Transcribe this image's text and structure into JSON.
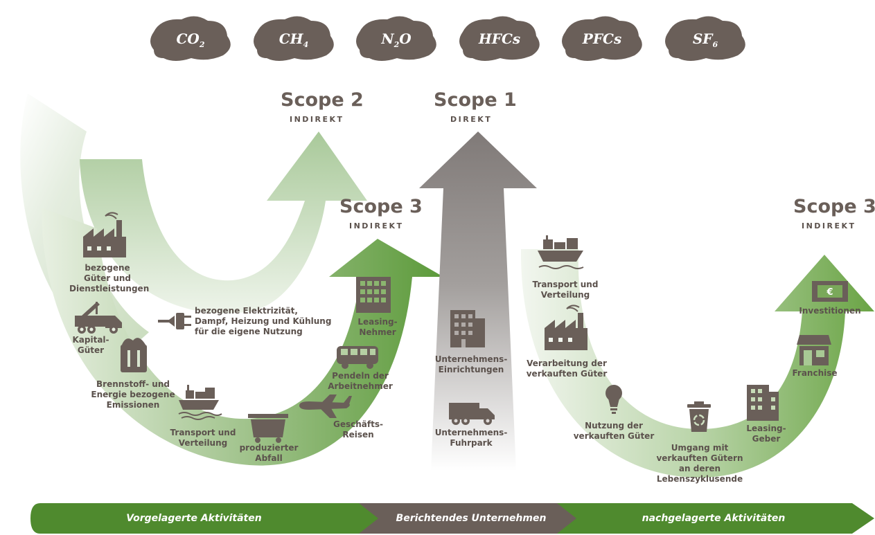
{
  "colors": {
    "brown": "#6a5f59",
    "green_dark": "#4f8a2e",
    "green_mid": "#7fad63",
    "green_light": "#c5dcb8",
    "grey_arrow": "#8f8a88",
    "text": "#5b514c"
  },
  "gases": [
    {
      "label": "CO",
      "sub": "2"
    },
    {
      "label": "CH",
      "sub": "4"
    },
    {
      "label": "N",
      "sub": "2",
      "post": "O"
    },
    {
      "label": "HFCs"
    },
    {
      "label": "PFCs"
    },
    {
      "label": "SF",
      "sub": "6"
    }
  ],
  "scopes": {
    "scope2": {
      "title": "Scope 2",
      "sub": "INDIREKT"
    },
    "scope1": {
      "title": "Scope 1",
      "sub": "DIREKT"
    },
    "scope3_left": {
      "title": "Scope 3",
      "sub": "INDIREKT"
    },
    "scope3_right": {
      "title": "Scope 3",
      "sub": "INDIREKT"
    }
  },
  "upstream_items": {
    "purchased_goods": "bezogene\nGüter und\nDienstleistungen",
    "electricity": "bezogene Elektrizität,\nDampf, Heizung und Kühlung\nfür die eigene Nutzung",
    "capital_goods": "Kapital-\nGüter",
    "fuel_energy": "Brennstoff- und\nEnergie bezogene\nEmissionen",
    "transport": "Transport und\nVerteilung",
    "waste": "produzierter\nAbfall",
    "business_travel": "Geschäfts-\nReisen",
    "commuting": "Pendeln der\nArbeitnehmer",
    "leased_in": "Leasing-\nNehmer"
  },
  "company_items": {
    "facilities": "Unternehmens-\nEinrichtungen",
    "fleet": "Unternehmens-\nFuhrpark"
  },
  "downstream_items": {
    "transport": "Transport und\nVerteilung",
    "processing": "Verarbeitung der\nverkauften Güter",
    "use": "Nutzung der\nverkauften Güter",
    "end_of_life": "Umgang mit\nverkauften Gütern\nan deren\nLebenszyklusende",
    "leased_out": "Leasing-\nGeber",
    "franchise": "Franchise",
    "investments": "Investitionen"
  },
  "icons": {
    "factory": "factory-icon",
    "truck": "truck-icon",
    "crane_truck": "crane-truck-icon",
    "plug": "plug-icon",
    "bin": "waste-bin-icon",
    "ship": "ship-icon",
    "plane": "airplane-icon",
    "bus": "bus-icon",
    "building": "building-icon",
    "bulb": "lightbulb-icon",
    "recycle": "recycle-bin-icon",
    "store": "store-icon",
    "money": "euro-banknote-icon"
  },
  "bottom_band": {
    "upstream": "Vorgelagerte Aktivitäten",
    "company": "Berichtendes Unternehmen",
    "downstream": "nachgelagerte Aktivitäten"
  }
}
